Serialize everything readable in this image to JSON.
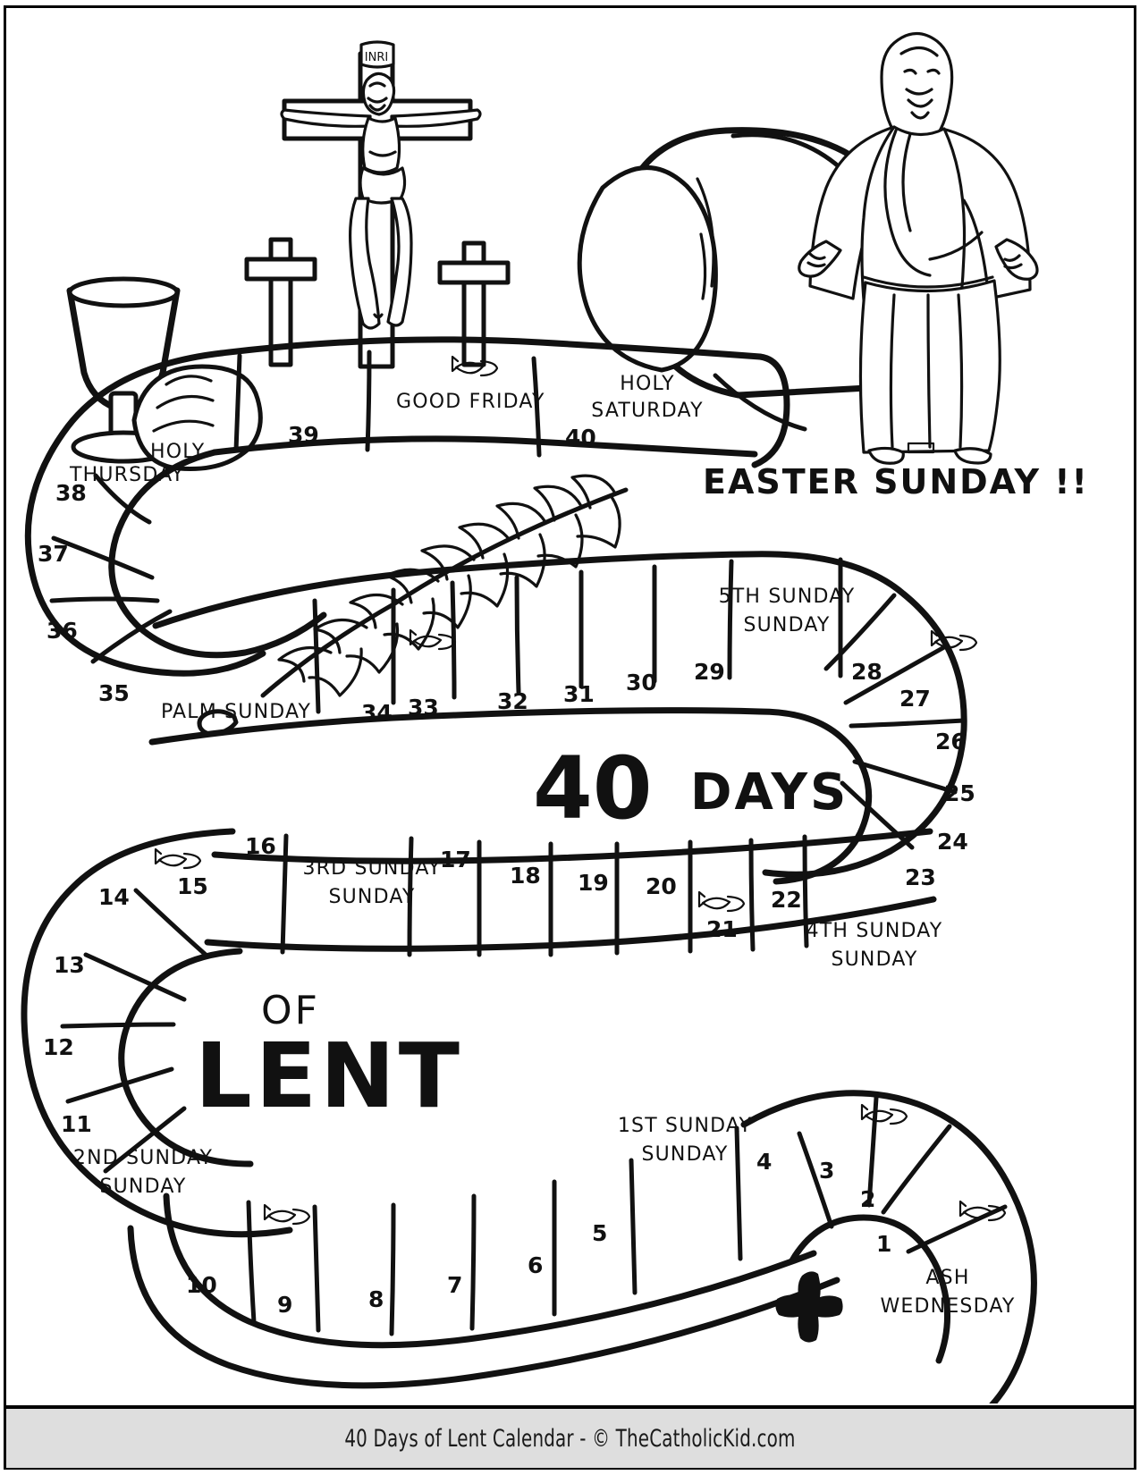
{
  "page": {
    "title": "40 Days of Lent Calendar",
    "ink_color": "#000000",
    "paper_color": "#ffffff",
    "footer_bg": "#dedede"
  },
  "headline": {
    "line1_number": "40",
    "line1_word": "DAYS",
    "line2_word": "OF",
    "line3_word": "LENT"
  },
  "callouts": {
    "easter": "EASTER SUNDAY !!"
  },
  "illustrations": [
    {
      "name": "crucifix-with-inri",
      "label": "INRI"
    },
    {
      "name": "small-cross-left",
      "label": ""
    },
    {
      "name": "small-cross-right",
      "label": ""
    },
    {
      "name": "chalice-icon",
      "label": ""
    },
    {
      "name": "bread-loaf-icon",
      "label": ""
    },
    {
      "name": "empty-tomb-icon",
      "label": ""
    },
    {
      "name": "tomb-stone-icon",
      "label": ""
    },
    {
      "name": "risen-jesus-icon",
      "label": ""
    },
    {
      "name": "palm-branch-icon",
      "label": ""
    },
    {
      "name": "start-cross-icon",
      "label": ""
    }
  ],
  "board": {
    "start_space": {
      "label": "ASH WEDNESDAY",
      "number": "",
      "fish": true
    },
    "spaces": [
      {
        "number": "1",
        "label": "",
        "fish": false
      },
      {
        "number": "2",
        "label": "",
        "fish": false
      },
      {
        "number": "3",
        "label": "",
        "fish": true
      },
      {
        "number": "4",
        "label": "",
        "fish": false
      },
      {
        "number": "",
        "label": "1ST SUNDAY",
        "fish": false
      },
      {
        "number": "5",
        "label": "",
        "fish": false
      },
      {
        "number": "6",
        "label": "",
        "fish": false
      },
      {
        "number": "7",
        "label": "",
        "fish": false
      },
      {
        "number": "8",
        "label": "",
        "fish": false
      },
      {
        "number": "9",
        "label": "",
        "fish": true
      },
      {
        "number": "10",
        "label": "",
        "fish": false
      },
      {
        "number": "",
        "label": "2ND SUNDAY",
        "fish": false
      },
      {
        "number": "11",
        "label": "",
        "fish": false
      },
      {
        "number": "12",
        "label": "",
        "fish": false
      },
      {
        "number": "13",
        "label": "",
        "fish": false
      },
      {
        "number": "14",
        "label": "",
        "fish": false
      },
      {
        "number": "15",
        "label": "",
        "fish": true
      },
      {
        "number": "16",
        "label": "",
        "fish": false
      },
      {
        "number": "",
        "label": "3RD SUNDAY",
        "fish": false
      },
      {
        "number": "17",
        "label": "",
        "fish": false
      },
      {
        "number": "18",
        "label": "",
        "fish": false
      },
      {
        "number": "19",
        "label": "",
        "fish": false
      },
      {
        "number": "20",
        "label": "",
        "fish": false
      },
      {
        "number": "21",
        "label": "",
        "fish": true
      },
      {
        "number": "22",
        "label": "",
        "fish": false
      },
      {
        "number": "",
        "label": "4TH SUNDAY",
        "fish": false
      },
      {
        "number": "23",
        "label": "",
        "fish": false
      },
      {
        "number": "24",
        "label": "",
        "fish": false
      },
      {
        "number": "25",
        "label": "",
        "fish": false
      },
      {
        "number": "26",
        "label": "",
        "fish": false
      },
      {
        "number": "27",
        "label": "",
        "fish": true
      },
      {
        "number": "28",
        "label": "",
        "fish": false
      },
      {
        "number": "",
        "label": "5TH SUNDAY",
        "fish": false
      },
      {
        "number": "29",
        "label": "",
        "fish": false
      },
      {
        "number": "30",
        "label": "",
        "fish": false
      },
      {
        "number": "31",
        "label": "",
        "fish": false
      },
      {
        "number": "32",
        "label": "",
        "fish": false
      },
      {
        "number": "33",
        "label": "",
        "fish": true
      },
      {
        "number": "34",
        "label": "",
        "fish": false
      },
      {
        "number": "",
        "label": "PALM SUNDAY",
        "fish": false
      },
      {
        "number": "35",
        "label": "",
        "fish": false
      },
      {
        "number": "36",
        "label": "",
        "fish": false
      },
      {
        "number": "37",
        "label": "",
        "fish": false
      },
      {
        "number": "38",
        "label": "HOLY THURSDAY",
        "fish": false
      },
      {
        "number": "39",
        "label": "GOOD FRIDAY",
        "fish": true
      },
      {
        "number": "40",
        "label": "HOLY SATURDAY",
        "fish": false
      }
    ]
  },
  "labels": {
    "ash_wednesday": "ASH WEDNESDAY",
    "sunday_1": "1ST SUNDAY",
    "sunday_2": "2ND SUNDAY",
    "sunday_3": "3RD SUNDAY",
    "sunday_4": "4TH SUNDAY",
    "sunday_5": "5TH SUNDAY",
    "palm_sunday": "PALM SUNDAY",
    "holy_thursday_l1": "HOLY",
    "holy_thursday_l2": "THURSDAY",
    "good_friday": "GOOD FRIDAY",
    "holy_saturday_l1": "HOLY",
    "holy_saturday_l2": "SATURDAY",
    "easter_sunday": "EASTER SUNDAY !!"
  },
  "numbers": {
    "n1": "1",
    "n2": "2",
    "n3": "3",
    "n4": "4",
    "n5": "5",
    "n6": "6",
    "n7": "7",
    "n8": "8",
    "n9": "9",
    "n10": "10",
    "n11": "11",
    "n12": "12",
    "n13": "13",
    "n14": "14",
    "n15": "15",
    "n16": "16",
    "n17": "17",
    "n18": "18",
    "n19": "19",
    "n20": "20",
    "n21": "21",
    "n22": "22",
    "n23": "23",
    "n24": "24",
    "n25": "25",
    "n26": "26",
    "n27": "27",
    "n28": "28",
    "n29": "29",
    "n30": "30",
    "n31": "31",
    "n32": "32",
    "n33": "33",
    "n34": "34",
    "n35": "35",
    "n36": "36",
    "n37": "37",
    "n38": "38",
    "n39": "39",
    "n40": "40"
  },
  "footer": {
    "text": "40 Days of Lent Calendar - © TheCatholicKid.com"
  }
}
